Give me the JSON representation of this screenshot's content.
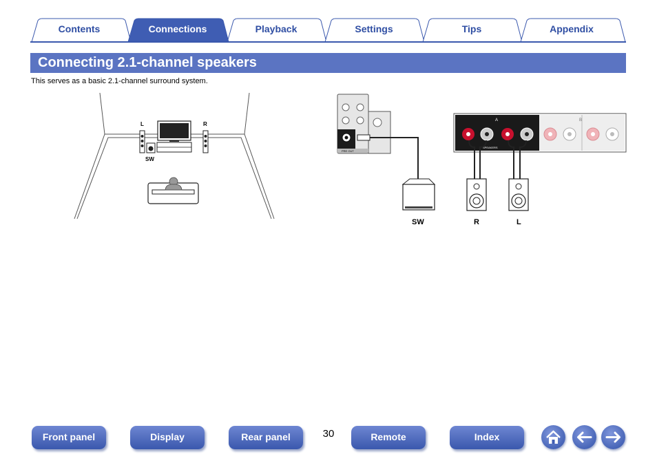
{
  "tabs": [
    {
      "label": "Contents",
      "active": false
    },
    {
      "label": "Connections",
      "active": true
    },
    {
      "label": "Playback",
      "active": false
    },
    {
      "label": "Settings",
      "active": false
    },
    {
      "label": "Tips",
      "active": false
    },
    {
      "label": "Appendix",
      "active": false
    }
  ],
  "page": {
    "title": "Connecting 2.1-channel speakers",
    "intro": "This serves as a basic 2.1-channel surround system."
  },
  "room_diagram": {
    "label_left": "L",
    "label_right": "R",
    "label_subwoofer": "SW"
  },
  "wiring_diagram": {
    "label_subwoofer": "SW",
    "label_right": "R",
    "label_left": "L",
    "terminal_a": "A",
    "terminal_b": "B",
    "panel_pre_out": "PRE OUT",
    "panel_speakers": "SPEAKERS"
  },
  "nav": {
    "front_panel": "Front panel",
    "display": "Display",
    "rear_panel": "Rear panel",
    "remote": "Remote",
    "index": "Index",
    "page_number": "30"
  },
  "icons": {
    "home": "home-icon",
    "back": "arrow-left-icon",
    "forward": "arrow-right-icon"
  },
  "colors": {
    "accent": "#5b74c2",
    "tab_active": "#3f5db3",
    "tab_text": "#2f4ea3",
    "terminal_red": "#c8102e"
  }
}
